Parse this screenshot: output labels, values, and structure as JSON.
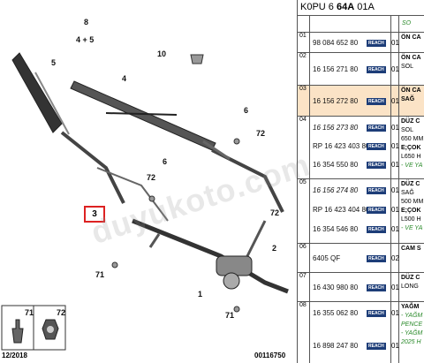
{
  "header": {
    "pre": "K0PU 6 ",
    "bold": "64A",
    "post": " 01A"
  },
  "diagram": {
    "callouts": [
      "8",
      "4 + 5",
      "10",
      "5",
      "4",
      "6",
      "72",
      "72",
      "6",
      "3",
      "71",
      "1",
      "2",
      "71",
      "72"
    ],
    "inset_labels": [
      "71",
      "72"
    ],
    "watermark": "duyukoto.com",
    "date": "12/2018",
    "ref": "00116750"
  },
  "table": {
    "subheader": "SO",
    "rows": [
      {
        "idx": "01",
        "hl": false,
        "h": 22,
        "parts": [
          {
            "pn": "98 084 652 80",
            "reach": true,
            "q": "01",
            "it": false
          }
        ],
        "desc": [
          {
            "t": "ÖN CA",
            "s": "b"
          }
        ]
      },
      {
        "idx": "02",
        "hl": false,
        "h": 36,
        "parts": [
          {
            "pn": "16 156 271 80",
            "reach": true,
            "q": "01",
            "it": false
          }
        ],
        "desc": [
          {
            "t": "ÖN CA",
            "s": "b"
          },
          {
            "t": "SOL",
            "s": ""
          }
        ]
      },
      {
        "idx": "03",
        "hl": true,
        "h": 34,
        "parts": [
          {
            "pn": "16 156 272 80",
            "reach": true,
            "q": "01",
            "it": false
          }
        ],
        "desc": [
          {
            "t": "ÖN CA",
            "s": "b"
          },
          {
            "t": "SAĞ",
            "s": "b"
          }
        ]
      },
      {
        "idx": "04",
        "hl": false,
        "h": 70,
        "parts": [
          {
            "pn": "16 156 273 80",
            "reach": true,
            "q": "01",
            "it": true
          },
          {
            "pn": "RP 16 423 403 80",
            "reach": true,
            "q": "01",
            "it": false
          },
          {
            "pn": "16 354 550 80",
            "reach": true,
            "q": "01",
            "it": false
          }
        ],
        "desc": [
          {
            "t": "DÜZ C",
            "s": "b"
          },
          {
            "t": "SOL",
            "s": ""
          },
          {
            "t": "650 MM",
            "s": ""
          },
          {
            "t": "E;ÇOK",
            "s": "b"
          },
          {
            "t": "L650 H",
            "s": ""
          },
          {
            "t": "- VE YA",
            "s": "g"
          }
        ]
      },
      {
        "idx": "05",
        "hl": false,
        "h": 72,
        "parts": [
          {
            "pn": "16 156 274 80",
            "reach": true,
            "q": "01",
            "it": true
          },
          {
            "pn": "RP 16 423 404 80",
            "reach": true,
            "q": "01",
            "it": false
          },
          {
            "pn": "16 354 546 80",
            "reach": true,
            "q": "01",
            "it": false
          }
        ],
        "desc": [
          {
            "t": "DÜZ C",
            "s": "b"
          },
          {
            "t": "SAĞ",
            "s": ""
          },
          {
            "t": "500 MM",
            "s": ""
          },
          {
            "t": "E;ÇOK",
            "s": "b"
          },
          {
            "t": "L500 H",
            "s": ""
          },
          {
            "t": "- VE YA",
            "s": "g"
          }
        ]
      },
      {
        "idx": "06",
        "hl": false,
        "h": 32,
        "parts": [
          {
            "pn": "6405 QF",
            "reach": true,
            "q": "02",
            "it": false
          }
        ],
        "desc": [
          {
            "t": "CAM S",
            "s": "b"
          }
        ]
      },
      {
        "idx": "07",
        "hl": false,
        "h": 32,
        "parts": [
          {
            "pn": "16 430 980 80",
            "reach": true,
            "q": "01",
            "it": false
          }
        ],
        "desc": [
          {
            "t": "DÜZ C",
            "s": "b"
          },
          {
            "t": "LONG",
            "s": ""
          }
        ]
      },
      {
        "idx": "08",
        "hl": false,
        "h": 80,
        "parts": [
          {
            "pn": "16 355 062 80",
            "reach": true,
            "q": "01",
            "it": false
          },
          {
            "pn": "16 898 247 80",
            "reach": true,
            "q": "01",
            "it": false
          }
        ],
        "desc": [
          {
            "t": "YAĞM",
            "s": "b"
          },
          {
            "t": "- YAĞM",
            "s": "g"
          },
          {
            "t": "PENCE",
            "s": "g"
          },
          {
            "t": "- YAĞM",
            "s": "g"
          },
          {
            "t": "2025 H",
            "s": "g"
          }
        ]
      }
    ]
  },
  "colors": {
    "highlight": "#fbe3c6",
    "reach": "#1d3d78",
    "callout_box": "#dd2222",
    "green": "#2a8a2a"
  }
}
